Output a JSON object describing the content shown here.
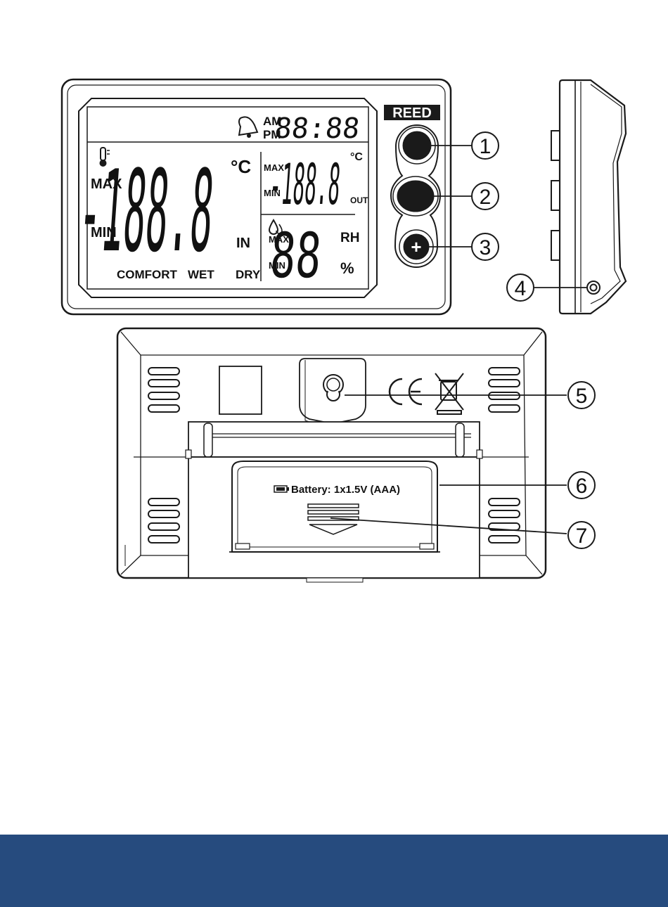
{
  "brand": "REED",
  "lcd": {
    "am": "AM",
    "pm": "PM",
    "clock": "88:88",
    "indoor_temp": "-188.8",
    "indoor_unit": "°C",
    "indoor_max": "MAX",
    "indoor_min": "MIN",
    "indoor_suffix": "IN",
    "outdoor_max": "MAX",
    "outdoor_min": "MIN",
    "outdoor_temp": "-188.8",
    "outdoor_unit": "°C",
    "outdoor_suffix": "OUT",
    "humidity_max": "MAX",
    "humidity_min": "MIN",
    "humidity_value": "88",
    "humidity_rh": "RH",
    "humidity_pct": "%",
    "comfort": "COMFORT",
    "wet": "WET",
    "dry": "DRY"
  },
  "plus_symbol": "+",
  "battery_text": "Battery: 1x1.5V (AAA)",
  "callouts": [
    "1",
    "2",
    "3",
    "4",
    "5",
    "6",
    "7"
  ],
  "colors": {
    "footer_band": "#264b7e",
    "outline": "#1a1a1a",
    "button_fill": "#1a1a1a"
  },
  "icons": [
    "alarm-bell-icon",
    "thermometer-icon",
    "droplet-icon",
    "battery-icon",
    "ce-mark-icon",
    "weee-bin-icon"
  ]
}
